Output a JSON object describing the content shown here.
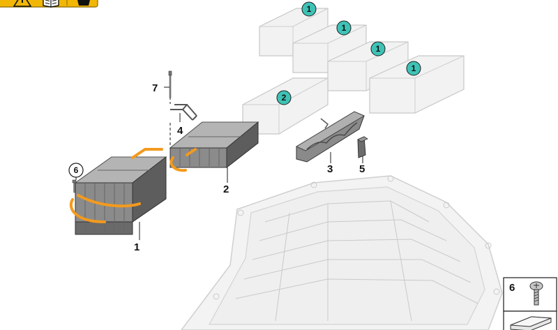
{
  "warning_icons": [
    "warning-triangle-icon",
    "manual-book-icon",
    "battery-disposal-icon"
  ],
  "colors": {
    "ghost_fill": "#f1f1f1",
    "ghost_stroke": "#c8c8c8",
    "module_dark": "#6f6f6f",
    "module_light": "#a9a9a9",
    "cable_orange": "#f39a1e",
    "badge_teal": "#3fc2b6",
    "warning_yellow": "#f2b705"
  },
  "callouts": {
    "part_1": "1",
    "part_2": "2",
    "part_3": "3",
    "part_4": "4",
    "part_5": "5",
    "part_6": "6",
    "part_7": "7"
  },
  "badges": {
    "module_a": "1",
    "module_b": "1",
    "module_c": "1",
    "module_d": "1",
    "module_e": "2"
  },
  "legend": {
    "screw_number": "6"
  }
}
